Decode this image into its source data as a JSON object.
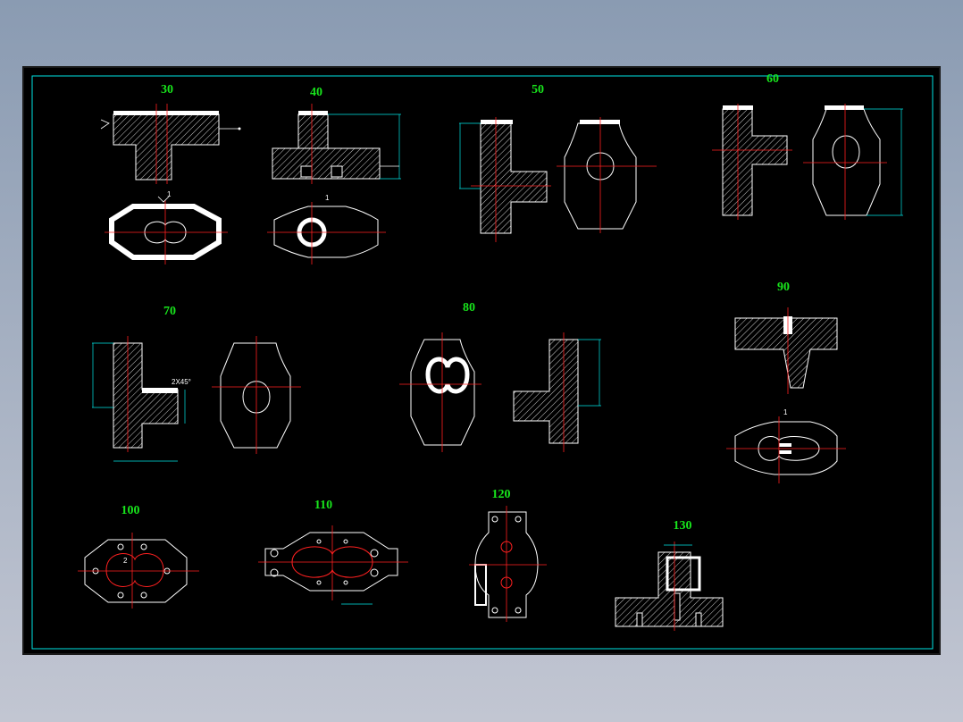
{
  "operations": [
    {
      "id": "op-30",
      "label": "30"
    },
    {
      "id": "op-40",
      "label": "40"
    },
    {
      "id": "op-50",
      "label": "50"
    },
    {
      "id": "op-60",
      "label": "60"
    },
    {
      "id": "op-70",
      "label": "70"
    },
    {
      "id": "op-80",
      "label": "80"
    },
    {
      "id": "op-90",
      "label": "90"
    },
    {
      "id": "op-100",
      "label": "100"
    },
    {
      "id": "op-110",
      "label": "110"
    },
    {
      "id": "op-120",
      "label": "120"
    },
    {
      "id": "op-130",
      "label": "130"
    }
  ],
  "annotations": {
    "chamfer": "2X45°",
    "datum_marks": "1",
    "datum_marks_2": "2"
  },
  "colors": {
    "sheet_background": "#000000",
    "frame_line": "#00e5e5",
    "part_outline": "#ffffff",
    "center_line": "#ff2020",
    "operation_label": "#18e51c",
    "dimension_line": "#00e5e5"
  }
}
